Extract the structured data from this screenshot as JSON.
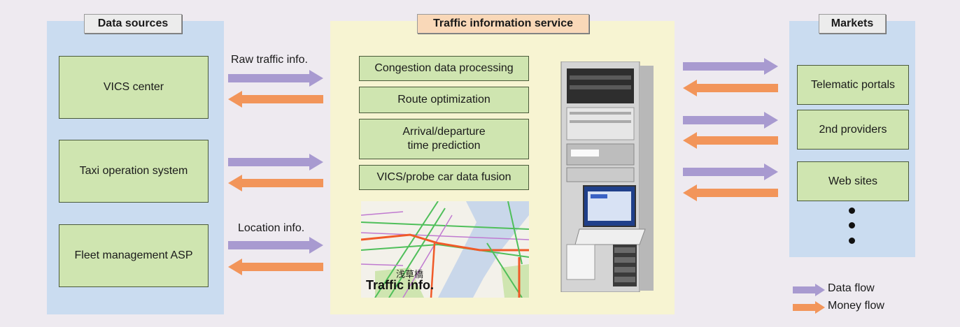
{
  "panels": {
    "sources": {
      "title": "Data sources",
      "items": [
        "VICS center",
        "Taxi operation system",
        "Fleet management ASP"
      ]
    },
    "service": {
      "title": "Traffic information service",
      "items": [
        "Congestion data processing",
        "Route optimization",
        "Arrival/departure\ntime prediction",
        "VICS/probe car data fusion"
      ],
      "map_caption": "Traffic info.",
      "map_place": "浅草橋"
    },
    "markets": {
      "title": "Markets",
      "items": [
        "Telematic portals",
        "2nd providers",
        "Web sites"
      ]
    }
  },
  "flow_labels": {
    "raw": "Raw traffic info.",
    "location": "Location info."
  },
  "legend": {
    "data_flow": "Data flow",
    "money_flow": "Money flow"
  },
  "colors": {
    "data_flow": "#a89ad0",
    "money_flow": "#f2955a",
    "box_fill": "#cfe5b0",
    "panel_blue": "#cadcf0",
    "panel_yellow": "#f7f4d2"
  }
}
